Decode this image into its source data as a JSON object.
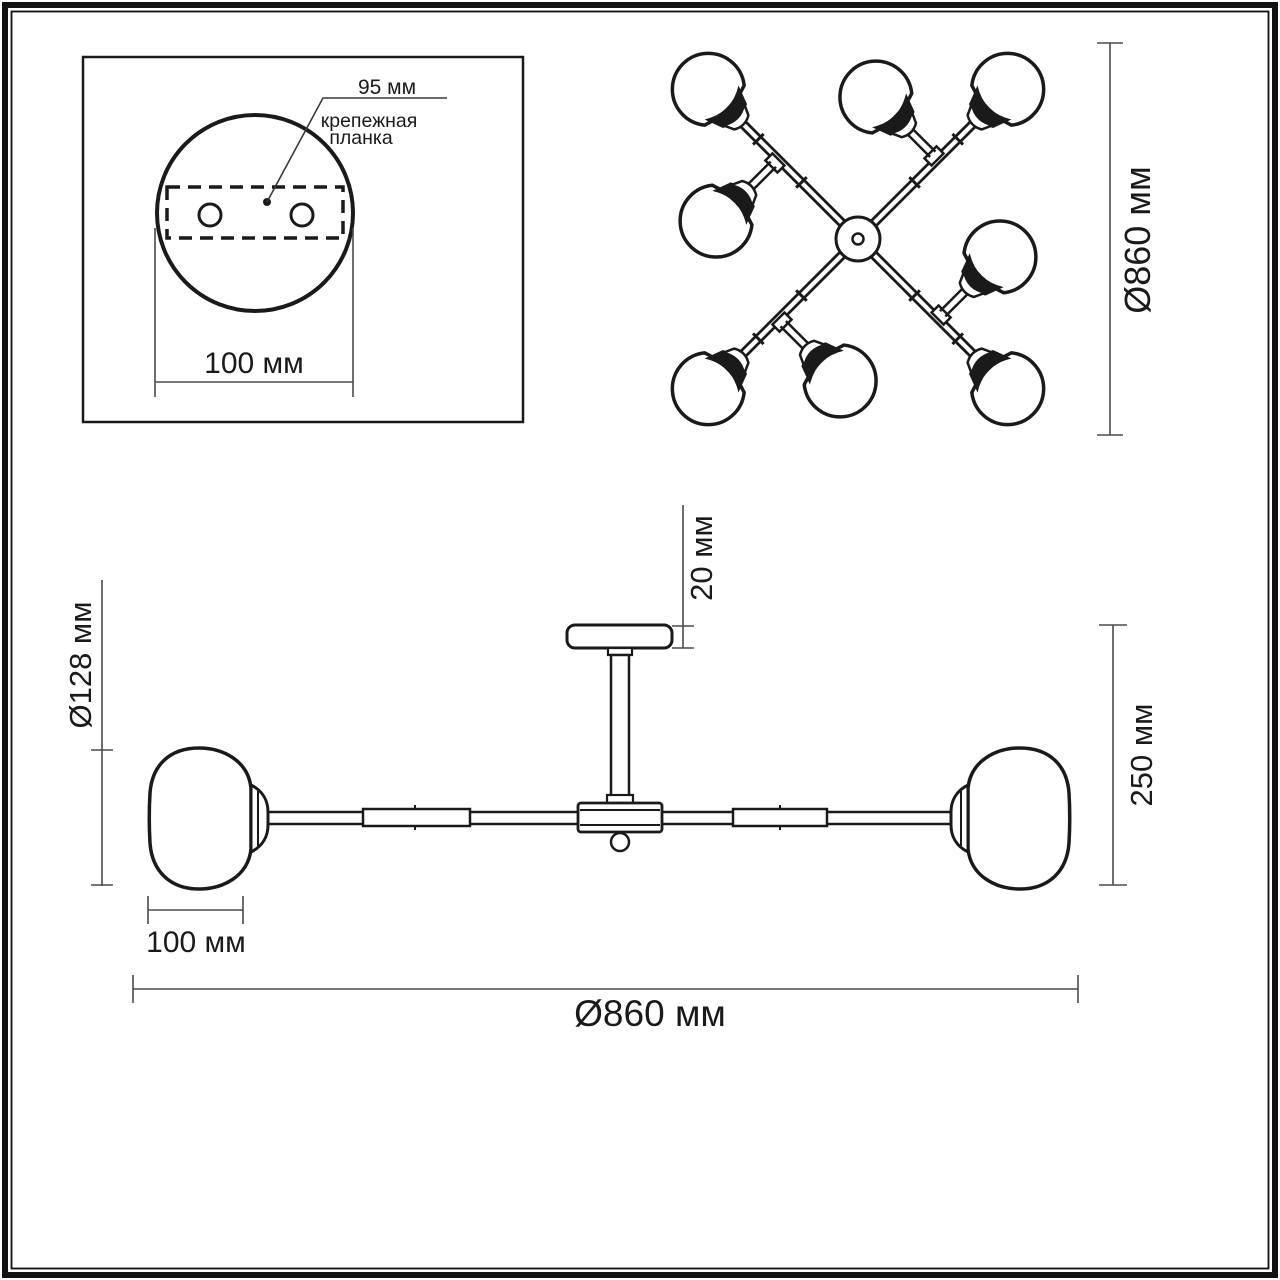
{
  "page": {
    "background": "#ffffff",
    "line_color": "#1a1a1a",
    "dim_line_color": "#4a4a4a"
  },
  "detail_box": {
    "hole_pitch_label": "95 мм",
    "bracket_label_line1": "крепежная",
    "bracket_label_line2": "планка",
    "plate_width_label": "100 мм"
  },
  "top_view": {
    "overall_diameter_label": "Ø860 мм"
  },
  "side_view": {
    "shade_diameter_label": "Ø128 мм",
    "canopy_height_label": "20 мм",
    "fixture_height_label": "250 мм",
    "shade_width_label": "100 мм",
    "overall_diameter_label": "Ø860 мм"
  }
}
